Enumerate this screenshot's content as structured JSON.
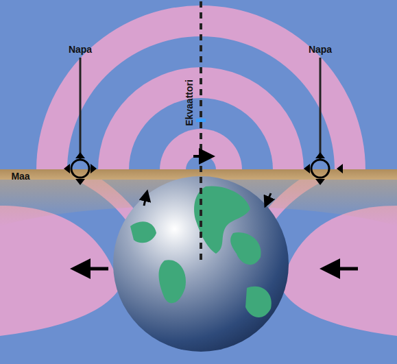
{
  "diagram": {
    "labels": [
      "Napa",
      "Napa",
      "Ekvaattori",
      "Maa"
    ]
  }
}
